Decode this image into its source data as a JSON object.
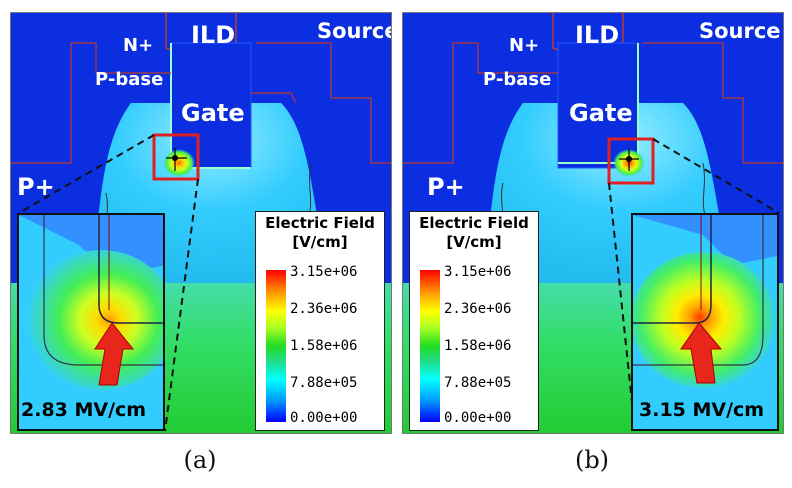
{
  "panels": [
    {
      "id": "a",
      "labels": {
        "ild": "ILD",
        "source": "Source",
        "n_plus": "N+",
        "p_base": "P-base",
        "gate": "Gate",
        "p_plus": "P+"
      },
      "inset_value": "2.83 MV/cm",
      "caption": "(a)"
    },
    {
      "id": "b",
      "labels": {
        "ild": "ILD",
        "source": "Source",
        "n_plus": "N+",
        "p_base": "P-base",
        "gate": "Gate",
        "p_plus": "P+"
      },
      "inset_value": "3.15 MV/cm",
      "caption": "(b)"
    }
  ],
  "legend": {
    "title_line1": "Electric Field",
    "title_line2": "[V/cm]",
    "ticks": [
      "3.15e+06",
      "2.36e+06",
      "1.58e+06",
      "7.88e+05",
      "0.00e+00"
    ]
  },
  "colors": {
    "background_blue": "#0a2ee0",
    "field_cyan": "#33ccff",
    "field_green": "#22dd33",
    "highlight_box": "#e02020",
    "arrow_red": "#e8261c",
    "junction_line": "#8b0000"
  }
}
